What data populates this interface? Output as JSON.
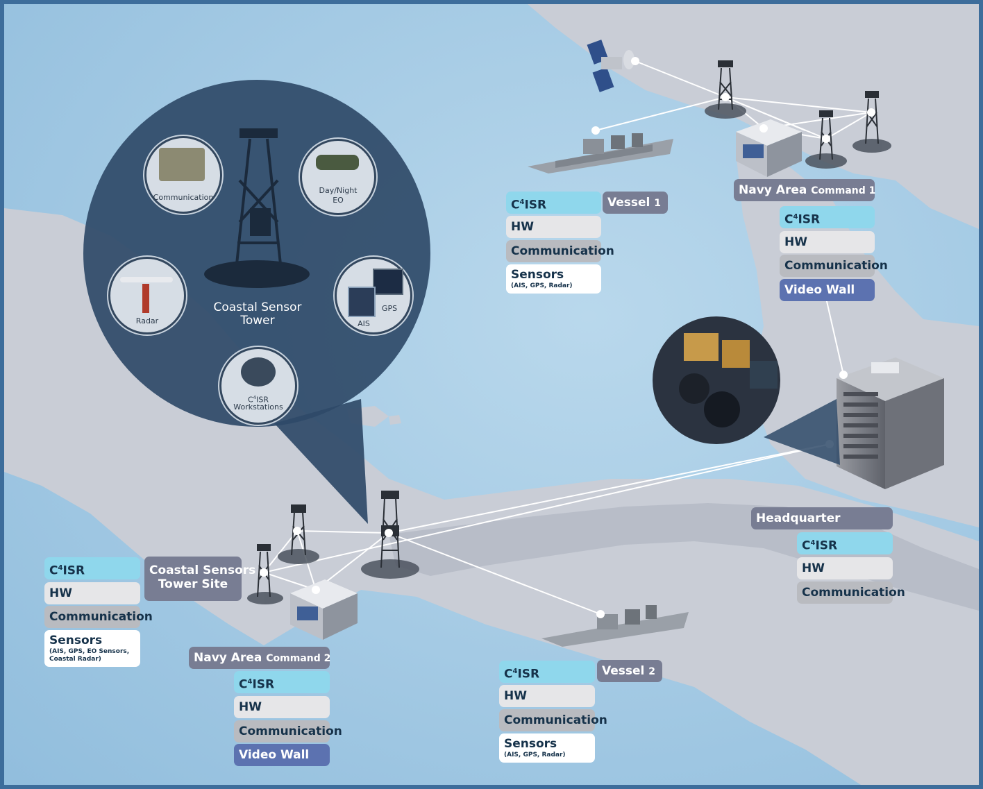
{
  "bubble": {
    "title_line1": "Coastal Sensor",
    "title_line2": "Tower",
    "items": {
      "communication": "Communication",
      "day_night_eo_line1": "Day/Night",
      "day_night_eo_line2": "EO",
      "radar": "Radar",
      "gps": "GPS",
      "ais": "AIS",
      "workstations_prefix": "C",
      "workstations_sup": "4",
      "workstations_suffix": "ISR",
      "workstations_line2": "Workstations"
    }
  },
  "vessel1": {
    "tag": "Vessel",
    "tag_num": "1",
    "c4_prefix": "C",
    "c4_sup": "4",
    "c4_suffix": "ISR",
    "hw": "HW",
    "communication": "Communication",
    "sensors": "Sensors",
    "sensors_detail": "(AIS, GPS, Radar)"
  },
  "navy1": {
    "tag": "Navy Area",
    "tag_small": "Command 1",
    "c4_prefix": "C",
    "c4_sup": "4",
    "c4_suffix": "ISR",
    "hw": "HW",
    "communication": "Communication",
    "video_wall": "Video Wall"
  },
  "headquarter": {
    "tag": "Headquarter",
    "c4_prefix": "C",
    "c4_sup": "4",
    "c4_suffix": "ISR",
    "hw": "HW",
    "communication": "Communication"
  },
  "coastal_site": {
    "tag_line1": "Coastal Sensors",
    "tag_line2": "Tower Site",
    "c4_prefix": "C",
    "c4_sup": "4",
    "c4_suffix": "ISR",
    "hw": "HW",
    "communication": "Communication",
    "sensors": "Sensors",
    "sensors_detail_line1": "(AIS, GPS, EO Sensors,",
    "sensors_detail_line2": "Coastal Radar)"
  },
  "navy2": {
    "tag": "Navy Area",
    "tag_small": "Command 2",
    "c4_prefix": "C",
    "c4_sup": "4",
    "c4_suffix": "ISR",
    "hw": "HW",
    "communication": "Communication",
    "video_wall": "Video Wall"
  },
  "vessel2": {
    "tag": "Vessel",
    "tag_num": "2",
    "c4_prefix": "C",
    "c4_sup": "4",
    "c4_suffix": "ISR",
    "hw": "HW",
    "communication": "Communication",
    "sensors": "Sensors",
    "sensors_detail": "(AIS, GPS, Radar)"
  },
  "colors": {
    "sea": "#aacde6",
    "land": "#c9cdd6",
    "bubble": "#2f4a68",
    "c4isr": "#8fd7ec",
    "hw": "#e6e6e8",
    "communication": "#b9bbc0",
    "video_wall": "#5c72b0",
    "tag": "#787d93"
  }
}
